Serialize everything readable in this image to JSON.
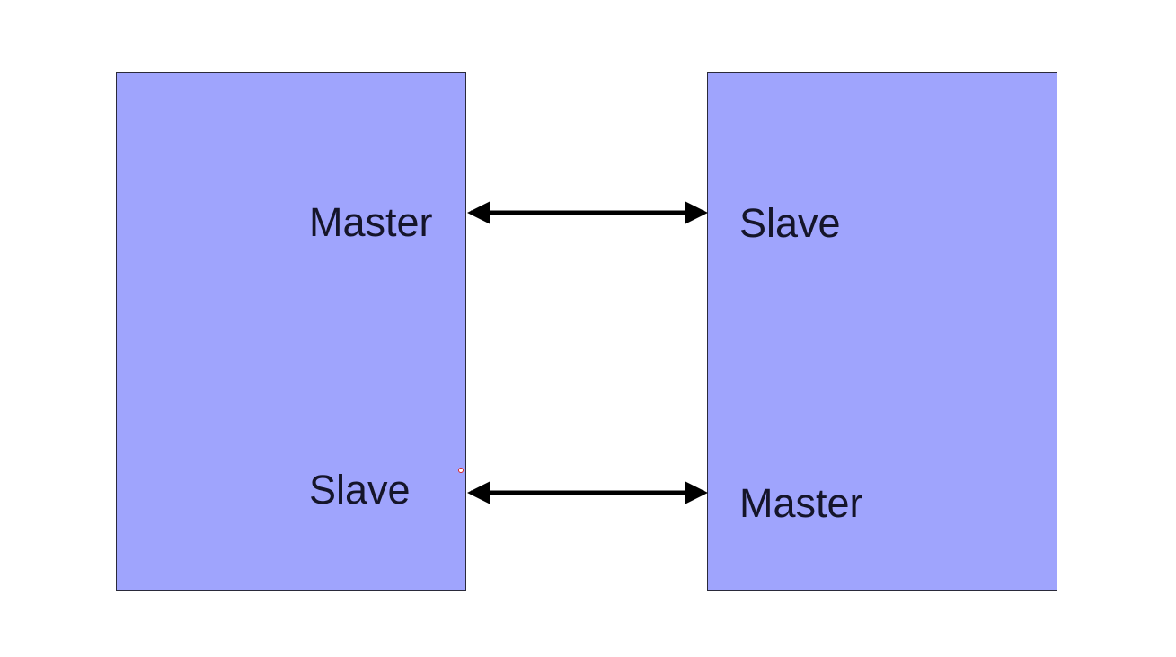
{
  "diagram": {
    "left_box": {
      "top_label": "Master",
      "bottom_label": "Slave"
    },
    "right_box": {
      "top_label": "Slave",
      "bottom_label": "Master"
    },
    "connections": [
      {
        "from": "left_box.top",
        "to": "right_box.top",
        "style": "double-arrow"
      },
      {
        "from": "left_box.bottom",
        "to": "right_box.bottom",
        "style": "double-arrow"
      }
    ]
  },
  "colors": {
    "box_fill": "#9fa4fd",
    "box_border": "#2a2a3a",
    "arrow": "#000000",
    "text": "#15152a"
  }
}
